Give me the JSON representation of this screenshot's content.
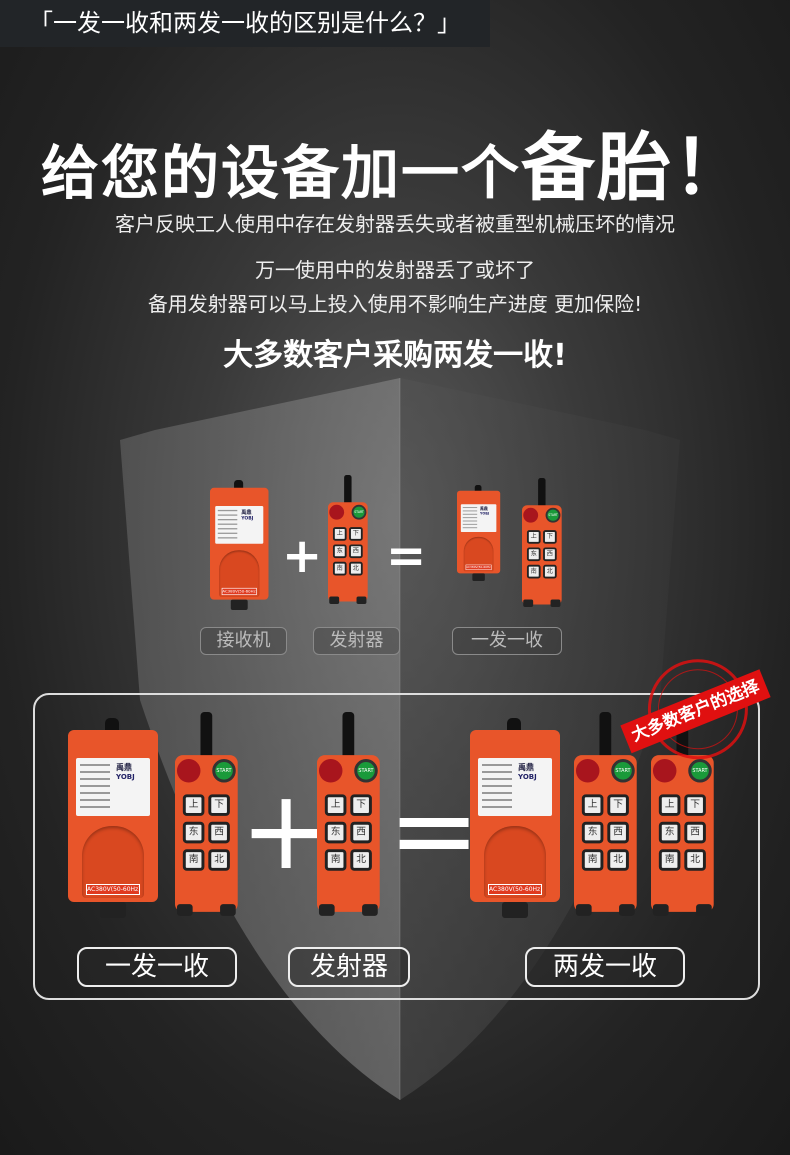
{
  "title": {
    "part1": "给您的设备加一个",
    "part2": "备胎",
    "part3": "！"
  },
  "lines": [
    "客户反映工人使用中存在发射器丢失或者被重型机械压坏的情况",
    "万一使用中的发射器丢了或坏了",
    "备用发射器可以马上投入使用不影响生产进度 更加保险!"
  ],
  "highlight": "大多数客户采购两发一收!",
  "question": "「一发一收和两发一收的区别是什么？」",
  "symbols": {
    "plus": "+",
    "equals": "="
  },
  "top_labels": [
    "接收机",
    "发射器",
    "一发一收"
  ],
  "bottom_labels": [
    "一发一收",
    "发射器",
    "两发一收"
  ],
  "stamp": "大多数客户的选择",
  "device": {
    "brand_cn": "禹鼎",
    "brand_en": "YOBJ",
    "voltage": "AC380V(50-60Hz)",
    "start": "START",
    "buttons": [
      "上",
      "下",
      "东",
      "西",
      "南",
      "北"
    ]
  },
  "colors": {
    "orange": "#e8552a",
    "stamp": "#e01010"
  }
}
